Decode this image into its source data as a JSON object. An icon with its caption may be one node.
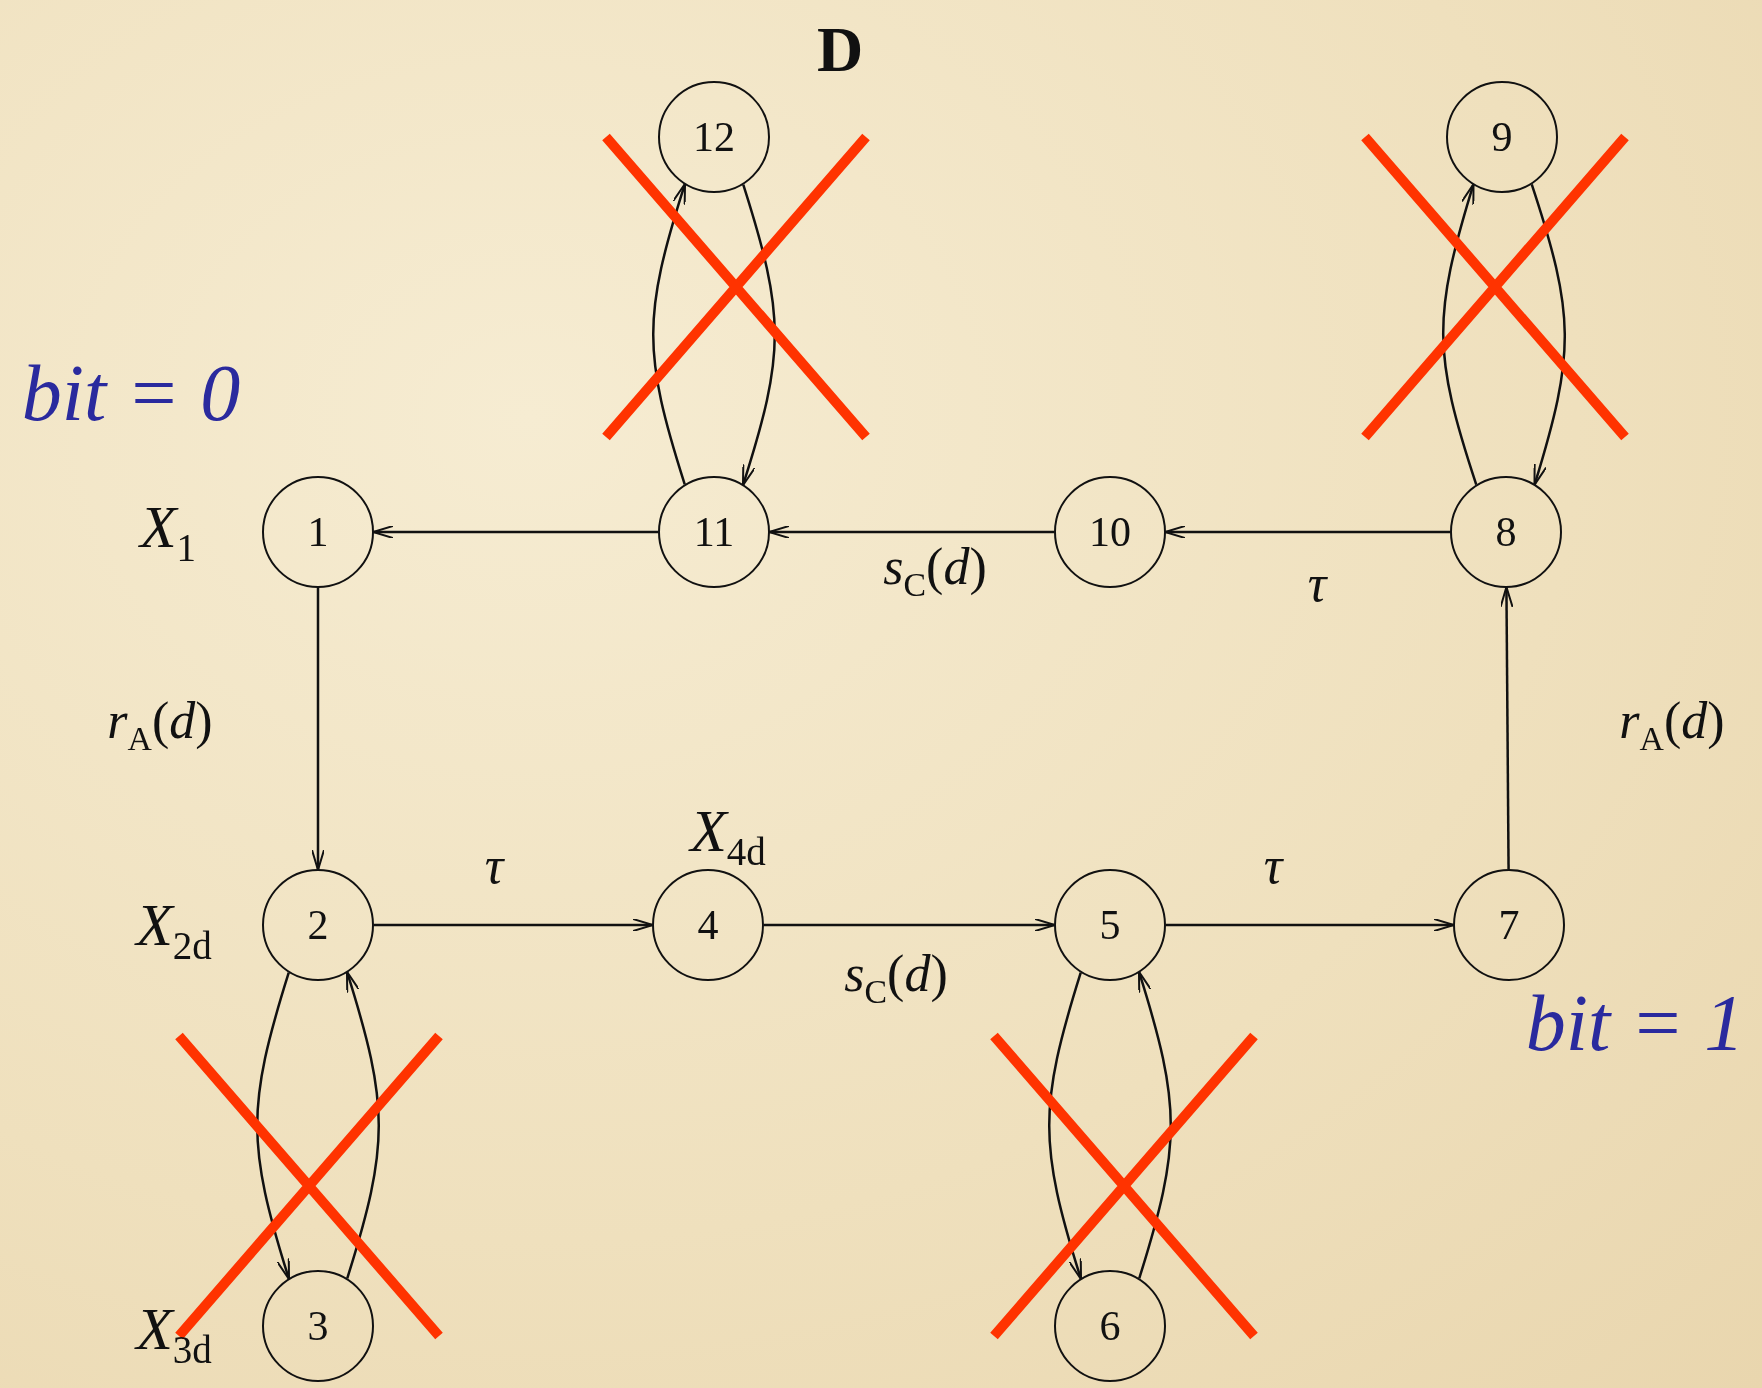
{
  "diagram": {
    "title": "D",
    "nodes": [
      {
        "text": [
          "1"
        ],
        "beside": [
          "*X*$_{1}$"
        ]
      },
      {
        "text": [
          "11"
        ]
      },
      {
        "text": [
          "10"
        ]
      },
      {
        "text": [
          "8"
        ]
      },
      {
        "text": [
          "12"
        ]
      },
      {
        "text": [
          "9"
        ]
      },
      {
        "text": [
          "2"
        ],
        "beside": [
          "*X*$_{2d}$"
        ]
      },
      {
        "text": [
          "4"
        ],
        "beside": [
          "*X*$_{4d}$"
        ]
      },
      {
        "text": [
          "5"
        ]
      },
      {
        "text": [
          "7"
        ]
      },
      {
        "text": [
          "3"
        ],
        "beside": [
          "*X*$_{3d}$"
        ]
      },
      {
        "text": [
          "6"
        ]
      }
    ],
    "edges": [
      {
        "from": 1,
        "to": 0,
        "arrow": "to"
      },
      {
        "from": 2,
        "to": 1,
        "arrow": "to",
        "label": "*s*$_{C}$(*d*)"
      },
      {
        "from": 3,
        "to": 2,
        "arrow": "to",
        "label": "τ"
      },
      {
        "from": 0,
        "to": 6,
        "arrow": "to",
        "label": "*r*$_{A}$(*d*)"
      },
      {
        "from": 6,
        "to": 7,
        "arrow": "to",
        "label": "τ"
      },
      {
        "from": 7,
        "to": 8,
        "arrow": "to",
        "label": "*s*$_{C}$(*d*)"
      },
      {
        "from": 8,
        "to": 9,
        "arrow": "to",
        "label": "τ"
      },
      {
        "from": 9,
        "to": 3,
        "arrow": "to",
        "label": "*r*$_{A}$(*d*)"
      },
      {
        "from": 1,
        "to": 4,
        "arrow": "to"
      },
      {
        "from": 4,
        "to": 1,
        "arrow": "to"
      },
      {
        "from": 3,
        "to": 5,
        "arrow": "to"
      },
      {
        "from": 5,
        "to": 3,
        "arrow": "to"
      },
      {
        "from": 6,
        "to": 10,
        "arrow": "to"
      },
      {
        "from": 10,
        "to": 6,
        "arrow": "to"
      },
      {
        "from": 8,
        "to": 11,
        "arrow": "to"
      },
      {
        "from": 11,
        "to": 8,
        "arrow": "to"
      }
    ],
    "labels": [
      "bit = 0",
      "bit = 1"
    ]
  }
}
